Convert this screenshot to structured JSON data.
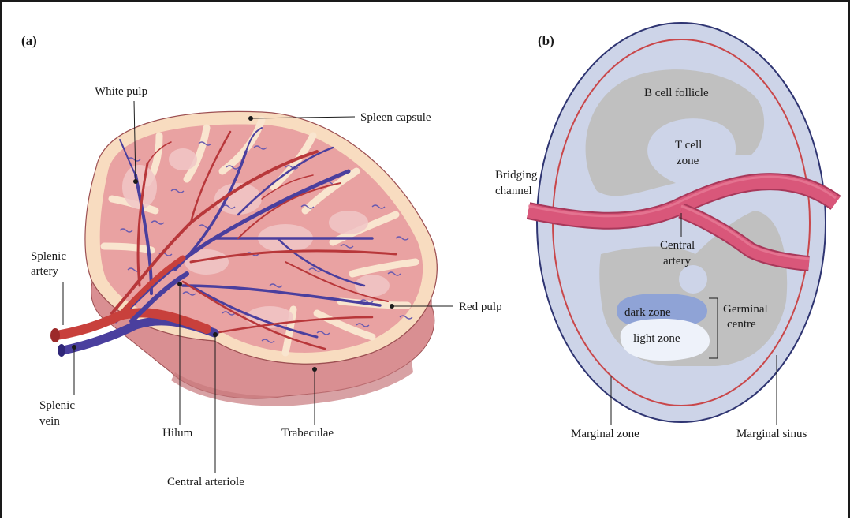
{
  "panels": {
    "a": "(a)",
    "b": "(b)"
  },
  "labels_a": {
    "white_pulp": "White pulp",
    "spleen_capsule": "Spleen capsule",
    "splenic_artery_1": "Splenic",
    "splenic_artery_2": "artery",
    "red_pulp": "Red pulp",
    "splenic_vein_1": "Splenic",
    "splenic_vein_2": "vein",
    "hilum": "Hilum",
    "trabeculae": "Trabeculae",
    "central_arteriole": "Central arteriole"
  },
  "labels_b": {
    "b_cell_follicle": "B cell follicle",
    "t_cell_zone_1": "T cell",
    "t_cell_zone_2": "zone",
    "bridging_channel_1": "Bridging",
    "bridging_channel_2": "channel",
    "central_artery_1": "Central",
    "central_artery_2": "artery",
    "dark_zone": "dark zone",
    "light_zone": "light zone",
    "germinal_centre_1": "Germinal",
    "germinal_centre_2": "centre",
    "marginal_zone": "Marginal zone",
    "marginal_sinus": "Marginal sinus"
  },
  "colors": {
    "capsule": "#f8dcc0",
    "pulp": "#e9a2a2",
    "pulp_side": "#d98f92",
    "trabeculae": "#f9e5cf",
    "white_pulp_region": "#f1c7c7",
    "artery": "#c8403c",
    "artery_dark": "#9c2a2a",
    "vein": "#4a3f9e",
    "vein_dark": "#2f2678",
    "outer_oval": "#cdd4e8",
    "oval_border": "#2f3572",
    "sinus": "#c9474a",
    "follicle": "#c0c0c0",
    "t_zone": "#cdd4e8",
    "dark_zone": "#8fa3d6",
    "light_zone": "#eef2fa",
    "bridging_artery": "#d9577a"
  }
}
